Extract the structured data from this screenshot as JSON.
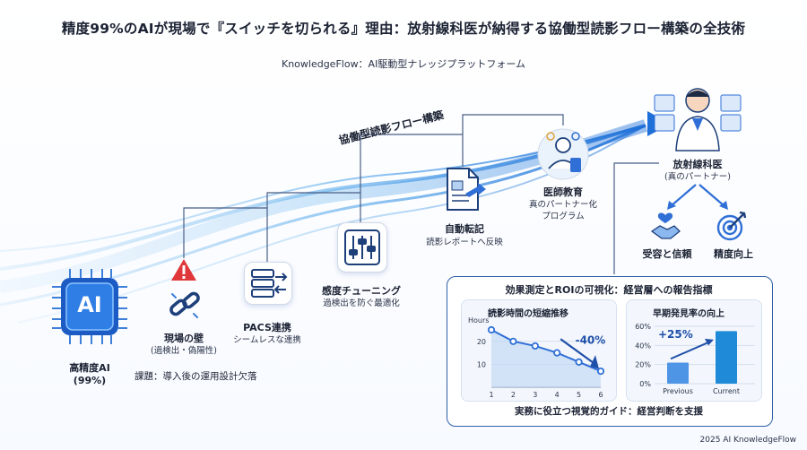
{
  "header": {
    "title": "精度99%のAIが現場で『スイッチを切られる』理由：放射線科医が納得する協働型読影フロー構築の全技術",
    "subtitle": "KnowledgeFlow：AI駆動型ナレッジプラットフォーム"
  },
  "flow_label": "協働型読影フロー構築",
  "ai": {
    "chip_text": "AI",
    "label_line1": "高精度AI",
    "label_line2": "(99%)",
    "issue": "課題：導入後の運用設計欠落"
  },
  "steps": [
    {
      "title": "現場の壁",
      "desc": "(過検出・偽陽性)"
    },
    {
      "title": "PACS連携",
      "desc": "シームレスな連携"
    },
    {
      "title": "感度チューニング",
      "desc": "過検出を防ぐ最適化"
    },
    {
      "title": "自動転記",
      "desc": "読影レポートへ反映"
    },
    {
      "title": "医師教育",
      "desc_line1": "真のパートナー化",
      "desc_line2": "プログラム"
    }
  ],
  "radiologist": {
    "title": "放射線科医",
    "desc": "(真のパートナー)"
  },
  "outcomes": {
    "acceptance": "受容と信頼",
    "accuracy": "精度向上"
  },
  "panel": {
    "title": "効果測定とROIの可視化：経営層への報告指標",
    "footer": "実務に役立つ視覚的ガイド：経営判断を支援"
  },
  "footer": "2025 AI KnowledgeFlow",
  "colors": {
    "primary": "#2f6fd6",
    "accent": "#1e8ad8",
    "warning": "#e0383a",
    "panel_border": "#2f5fa8"
  },
  "chart_data": [
    {
      "type": "line",
      "title": "読影時間の短縮推移",
      "ylabel": "Hours",
      "x": [
        1,
        2,
        3,
        4,
        5,
        6
      ],
      "values": [
        25,
        20,
        18,
        15,
        11,
        7
      ],
      "ylim": [
        0,
        25
      ],
      "yticks": [
        10,
        20
      ],
      "annotation": "-40%",
      "grid": true
    },
    {
      "type": "bar",
      "title": "早期発見率の向上",
      "categories": [
        "Previous",
        "Current"
      ],
      "values": [
        22,
        55
      ],
      "ylim": [
        0,
        60
      ],
      "yticks": [
        "0%",
        "20%",
        "40%",
        "60%"
      ],
      "annotation": "+25%",
      "grid": true
    }
  ]
}
